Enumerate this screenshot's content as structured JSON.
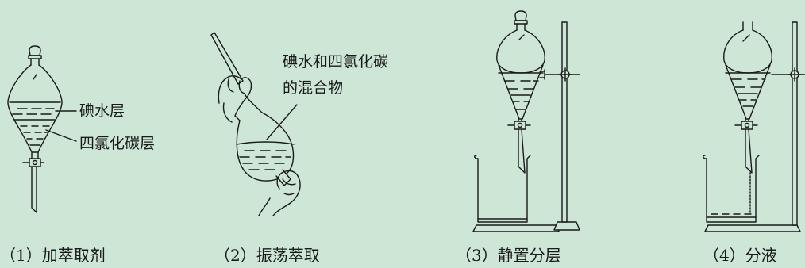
{
  "labels": {
    "iodine_water_layer": "碘水层",
    "ccl4_layer": "四氯化碳层",
    "mixture_line1": "碘水和四氯化碳",
    "mixture_line2": "的混合物"
  },
  "captions": [
    "（1）加萃取剂",
    "（2）振荡萃取",
    "（3）静置分层",
    "（4）分液"
  ],
  "colors": {
    "background": "#cde6d5",
    "line": "#1a1a1a"
  }
}
